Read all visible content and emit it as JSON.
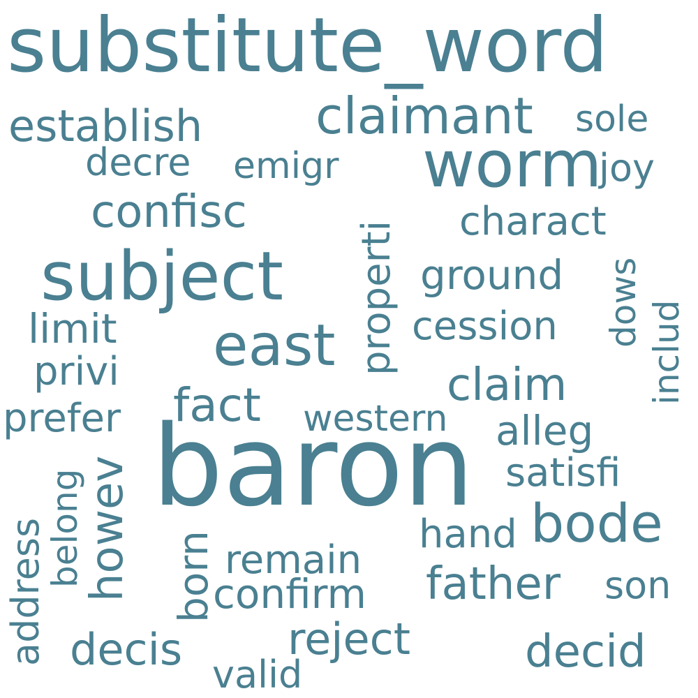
{
  "colors": {
    "word": "#4a8091",
    "background": "#ffffff"
  },
  "words": {
    "substitute_word": "substitute_word",
    "baron": "baron",
    "subject": "subject",
    "worm": "worm",
    "east": "east",
    "claimant": "claimant",
    "bode": "bode",
    "establish": "establish",
    "confisc": "confisc",
    "fact": "fact",
    "claim": "claim",
    "father": "father",
    "decid": "decid",
    "decre": "decre",
    "emigr": "emigr",
    "sole": "sole",
    "joy": "joy",
    "charact": "charact",
    "properti": "properti",
    "ground": "ground",
    "dows": "dows",
    "includ": "includ",
    "limit": "limit",
    "cession": "cession",
    "privi": "privi",
    "prefer": "prefer",
    "western": "western",
    "alleg": "alleg",
    "satisfi": "satisfi",
    "belong": "belong",
    "howev": "howev",
    "address": "address",
    "born": "born",
    "hand": "hand",
    "remain": "remain",
    "confirm": "confirm",
    "son": "son",
    "decis": "decis",
    "reject": "reject",
    "valid": "valid"
  }
}
